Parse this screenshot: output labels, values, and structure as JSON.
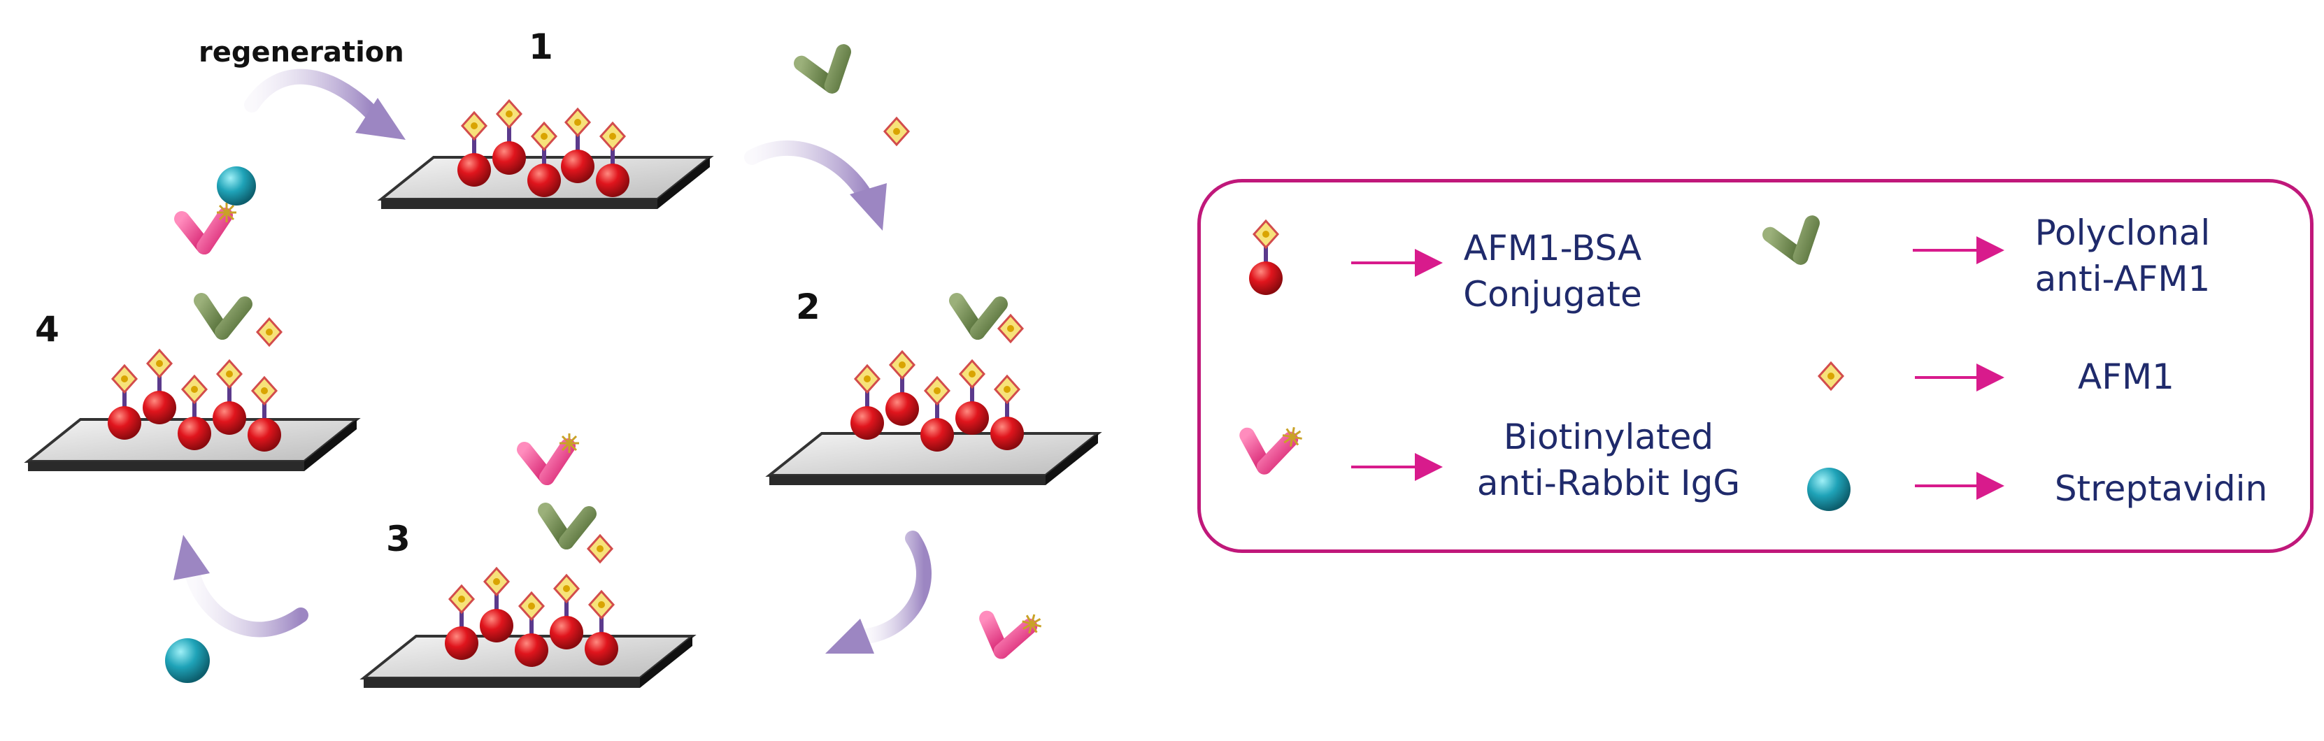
{
  "steps": {
    "s1": "1",
    "s2": "2",
    "s3": "3",
    "s4": "4",
    "regeneration": "regeneration"
  },
  "legend": {
    "conjugate": {
      "line1": "AFM1-BSA",
      "line2": "Conjugate"
    },
    "polyclonal": {
      "line1": "Polyclonal",
      "line2": "anti-AFM1"
    },
    "afm1": "AFM1",
    "biotinylated": {
      "line1": "Biotinylated",
      "line2": "anti-Rabbit IgG"
    },
    "streptavidin": "Streptavidin"
  },
  "colors": {
    "legend_border": "#c0187a",
    "arrow_magenta": "#d81b8c",
    "cycle_arrow": "#a48fc4",
    "sphere_red": "#e0151d",
    "stem_purple": "#5b3a8c",
    "antibody_green": "#6f8a4e",
    "antibody_pink": "#f0468f",
    "streptavidin_teal": "#1fa3b8",
    "afm1_yellow": "#f2d23a",
    "text_navy": "#1f2a6b"
  },
  "icons": [
    "conjugate-icon",
    "polyclonal-antibody-icon",
    "afm1-icon",
    "biotinylated-antibody-icon",
    "streptavidin-icon",
    "cycle-arrow-icon",
    "legend-arrow-icon"
  ]
}
